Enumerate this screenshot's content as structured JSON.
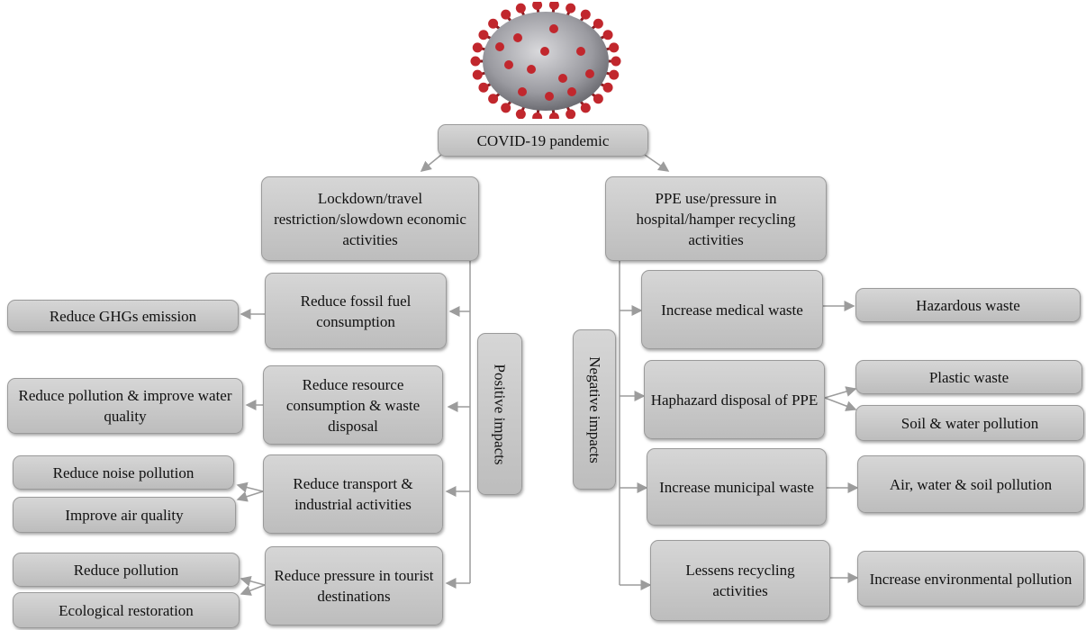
{
  "root": "COVID-19 pandemic",
  "left": {
    "cause": "Lockdown/travel restriction/slowdown economic activities",
    "label": "Positive impacts",
    "effects": [
      "Reduce fossil fuel consumption",
      "Reduce resource consumption & waste disposal",
      "Reduce transport & industrial activities",
      "Reduce pressure in tourist destinations"
    ],
    "outcomes": [
      "Reduce GHGs emission",
      "Reduce pollution & improve water quality",
      "Reduce noise pollution",
      "Improve air quality",
      "Reduce pollution",
      "Ecological restoration"
    ]
  },
  "right": {
    "cause": "PPE use/pressure in hospital/hamper recycling activities",
    "label": "Negative impacts",
    "effects": [
      "Increase medical waste",
      "Haphazard disposal of PPE",
      "Increase municipal waste",
      "Lessens recycling activities"
    ],
    "outcomes": [
      "Hazardous waste",
      "Plastic waste",
      "Soil & water pollution",
      "Air, water & soil pollution",
      "Increase environmental pollution"
    ]
  },
  "colors": {
    "box": "#c8c8c8",
    "line": "#9c9c9c",
    "virus_spike": "#c1272d",
    "virus_body": "#9a9aa0"
  }
}
